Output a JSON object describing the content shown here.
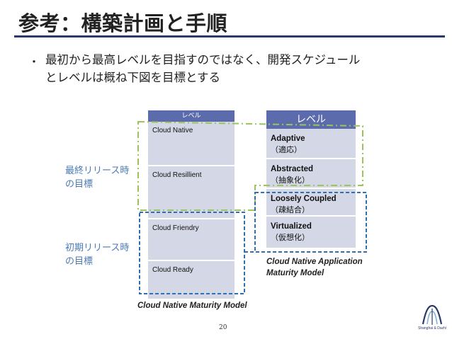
{
  "title": "参考：構築計画と手順",
  "bullet": {
    "marker": "・",
    "line1": "最初から最高レベルを目指すのではなく、開発スケジュール",
    "line2": "とレベルは概ね下図を目標とする"
  },
  "left_model": {
    "header": "レベル",
    "levels": [
      "Cloud Native",
      "Cloud Resillient",
      "Cloud Friendry",
      "Cloud Ready"
    ],
    "caption": "Cloud Native Maturity Model"
  },
  "right_model": {
    "header": "レベル",
    "levels": [
      {
        "en": "Adaptive",
        "ja": "（適応）"
      },
      {
        "en": "Abstracted",
        "ja": "（抽象化）"
      },
      {
        "en": "Loosely Coupled",
        "ja": "（疎結合）"
      },
      {
        "en": "Virtualized",
        "ja": "（仮想化）"
      }
    ],
    "caption_line1": "Cloud Native Application",
    "caption_line2": "Maturity Model"
  },
  "targets": {
    "final_line1": "最終リリース時",
    "final_line2": "の目標",
    "initial_line1": "初期リリース時",
    "initial_line2": "の目標"
  },
  "footer": {
    "page_number": "20",
    "logo_text": "Shanghai & Dazhi"
  },
  "colors": {
    "header_fill": "#5c6bab",
    "cell_fill": "#d4d7e5",
    "final_outline": "#9bc45a",
    "initial_outline": "#2f6fb3",
    "title_rule": "#2a3b6a",
    "label_text": "#4a7ab5"
  }
}
